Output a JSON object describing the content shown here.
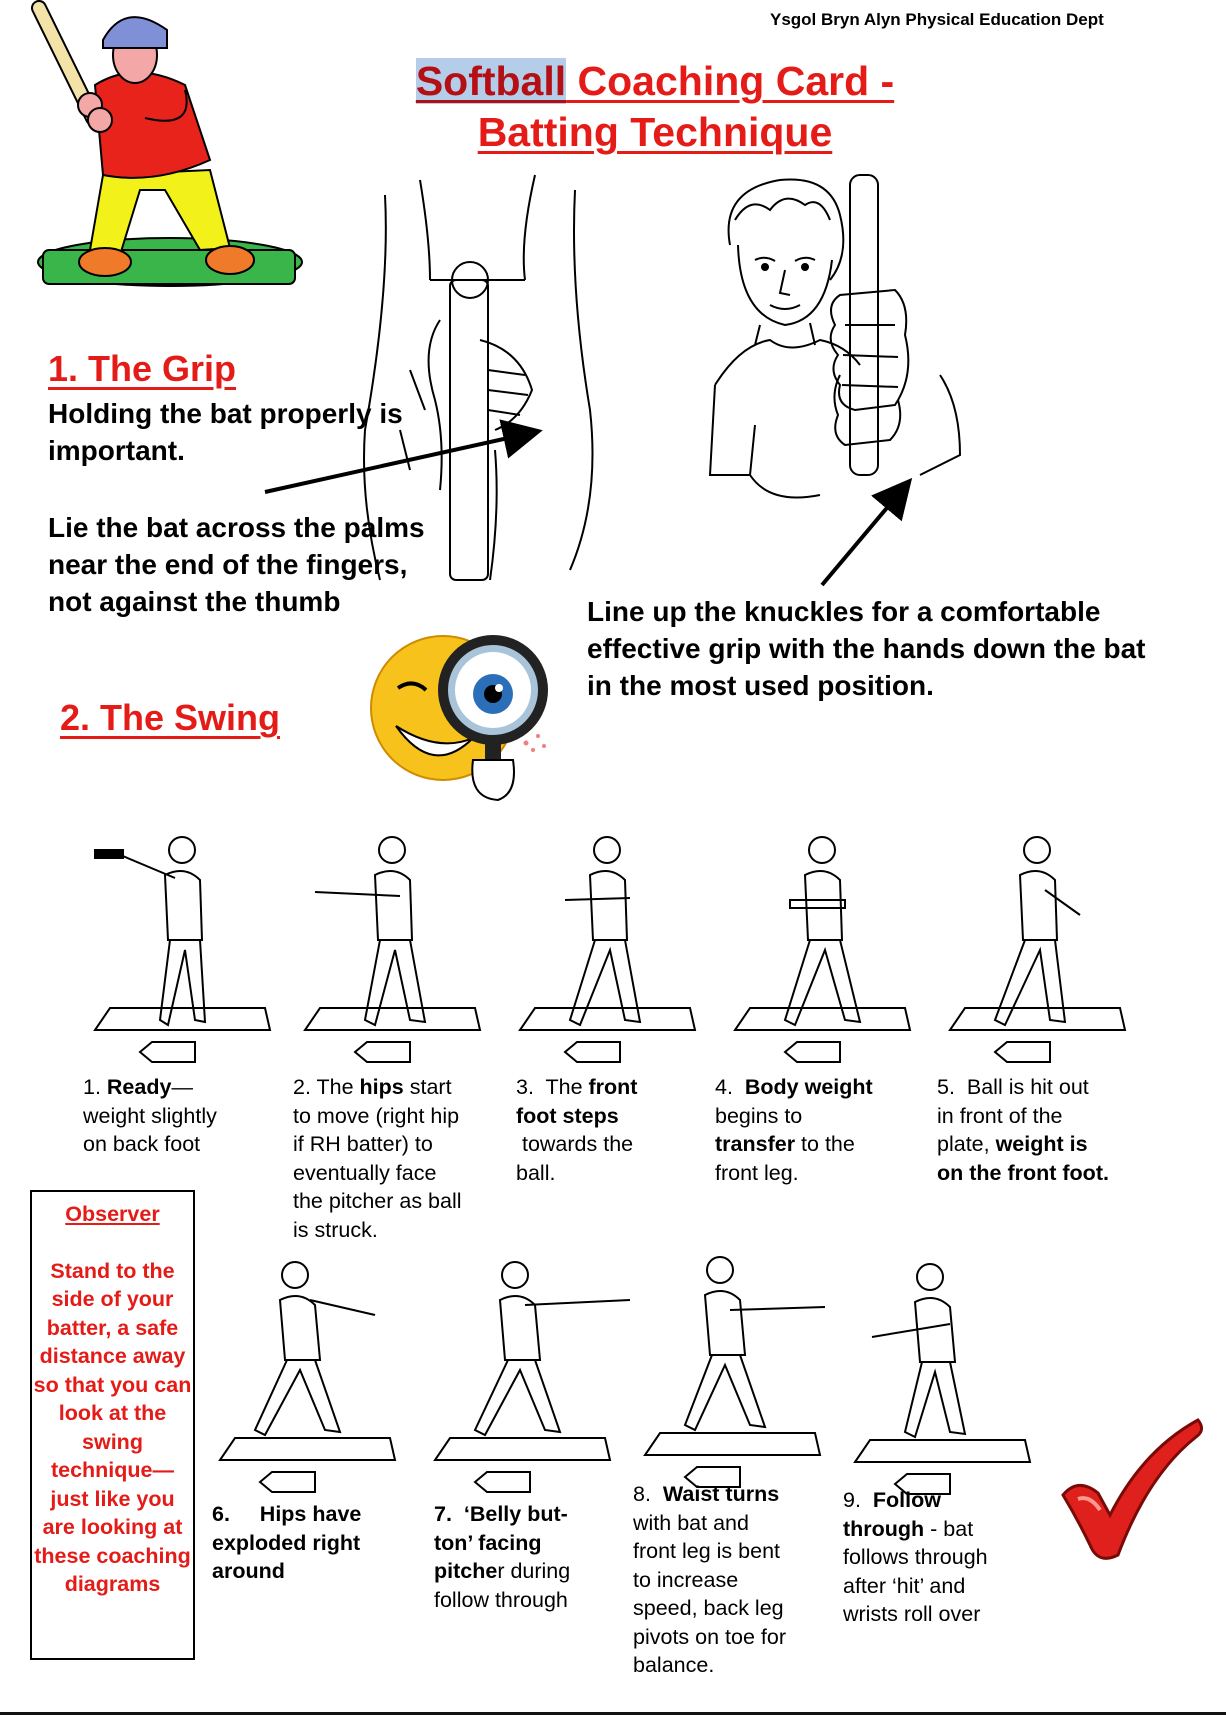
{
  "header": {
    "dept": "Ysgol Bryn Alyn Physical Education Dept"
  },
  "title": {
    "word1": "Softball",
    "rest_line1": " Coaching Card -",
    "line2": "Batting Technique"
  },
  "grip": {
    "heading": "1. The Grip",
    "para1": "Holding the bat properly is important.",
    "para2": "Lie the bat across the palms near the end of the fingers, not against the thumb",
    "knuckles": "Line up the knuckles for a comfortable effective grip with the hands down the bat in the most used position."
  },
  "swing": {
    "heading": "2. The Swing"
  },
  "steps": [
    {
      "num": "1.",
      "html": "1. <b>Ready</b>—<br>weight slightly<br>on back foot"
    },
    {
      "num": "2.",
      "html": "2. The <b>hips</b> start<br>to move (right hip<br>if RH batter) to<br>eventually face<br>the pitcher as ball<br>is struck."
    },
    {
      "num": "3.",
      "html": "3.&nbsp; The <b>front<br>foot steps</b><br>&nbsp;towards the<br>ball."
    },
    {
      "num": "4.",
      "html": "4.&nbsp; <b>Body weight</b><br>begins to<br><b>transfer</b> to the<br>front leg."
    },
    {
      "num": "5.",
      "html": "5.&nbsp; Ball is hit out<br>in front of the<br>plate, <b>weight is<br>on the front foot.</b>"
    },
    {
      "num": "6.",
      "html": "<b>6.&nbsp;&nbsp;&nbsp;&nbsp; Hips have<br>exploded right<br>around</b>"
    },
    {
      "num": "7.",
      "html": "<b>7.&nbsp; ‘Belly but-<br>ton’ facing<br>pitche</b>r during<br>follow through"
    },
    {
      "num": "8.",
      "html": "8.&nbsp; <b>Waist turns</b><br>with bat and<br>front leg is bent<br>to increase<br>speed, back leg<br>pivots on toe for<br>balance."
    },
    {
      "num": "9.",
      "html": "9.&nbsp; <b>Follow<br>through</b> - bat<br>follows through<br>after ‘hit’ and<br>wrists roll over"
    }
  ],
  "observer": {
    "title": "Observer",
    "text": "Stand to the side of your batter, a safe distance away so that you can look at the swing technique—just like you are looking at these coaching diagrams"
  },
  "colors": {
    "accent_red": "#e41b17",
    "title_highlight": "#b4cde8",
    "cartoon_shirt": "#e8231c",
    "cartoon_pants": "#f2f21a",
    "cartoon_grass": "#39b54a",
    "smiley_yellow": "#f7c21c",
    "checkmark_red": "#e0201c"
  },
  "icons": [
    "cartoon-batter-icon",
    "grip-hands-illustration",
    "boy-grip-illustration",
    "winking-smiley-magnifier-icon",
    "batter-figure-icon",
    "home-plate-icon",
    "red-checkmark-icon"
  ]
}
